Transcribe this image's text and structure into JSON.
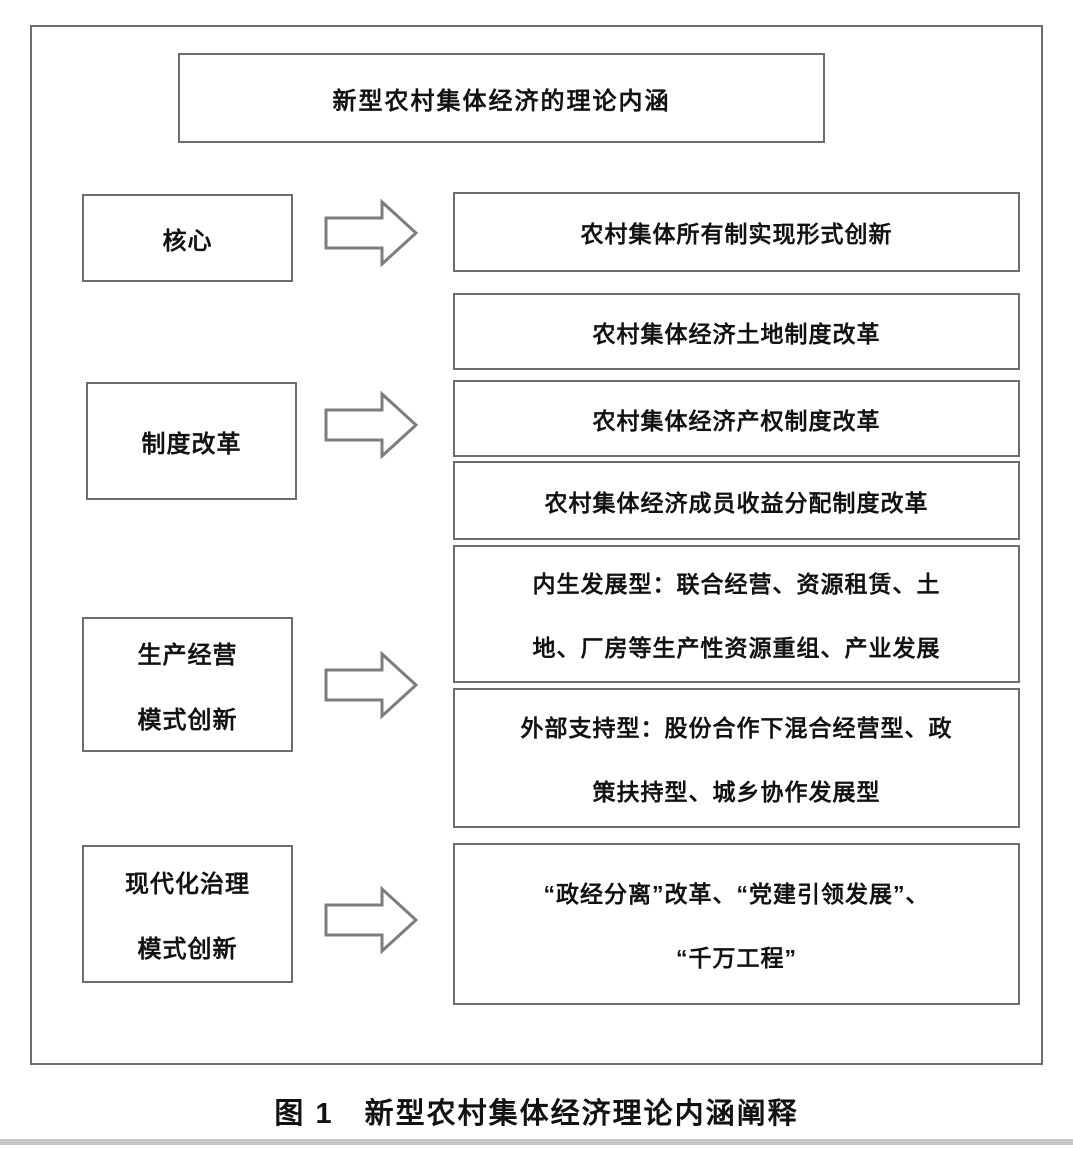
{
  "diagram": {
    "title": "新型农村集体经济的理论内涵",
    "rows": {
      "core": {
        "left": "核心",
        "right": "农村集体所有制实现形式创新"
      },
      "institution": {
        "left": "制度改革",
        "right": [
          "农村集体经济土地制度改革",
          "农村集体经济产权制度改革",
          "农村集体经济成员收益分配制度改革"
        ]
      },
      "production": {
        "left_lines": [
          "生产经营",
          "模式创新"
        ],
        "endogenous_lines": [
          "内生发展型：联合经营、资源租赁、土",
          "地、厂房等生产性资源重组、产业发展"
        ],
        "external_lines": [
          "外部支持型：股份合作下混合经营型、政",
          "策扶持型、城乡协作发展型"
        ]
      },
      "governance": {
        "left_lines": [
          "现代化治理",
          "模式创新"
        ],
        "right_lines": [
          "“政经分离”改革、“党建引领发展”、",
          "“千万工程”"
        ]
      }
    },
    "border_color": "#6d6d6d",
    "arrow_color": "#7d7d7d"
  },
  "caption": "图 1　新型农村集体经济理论内涵阐释"
}
